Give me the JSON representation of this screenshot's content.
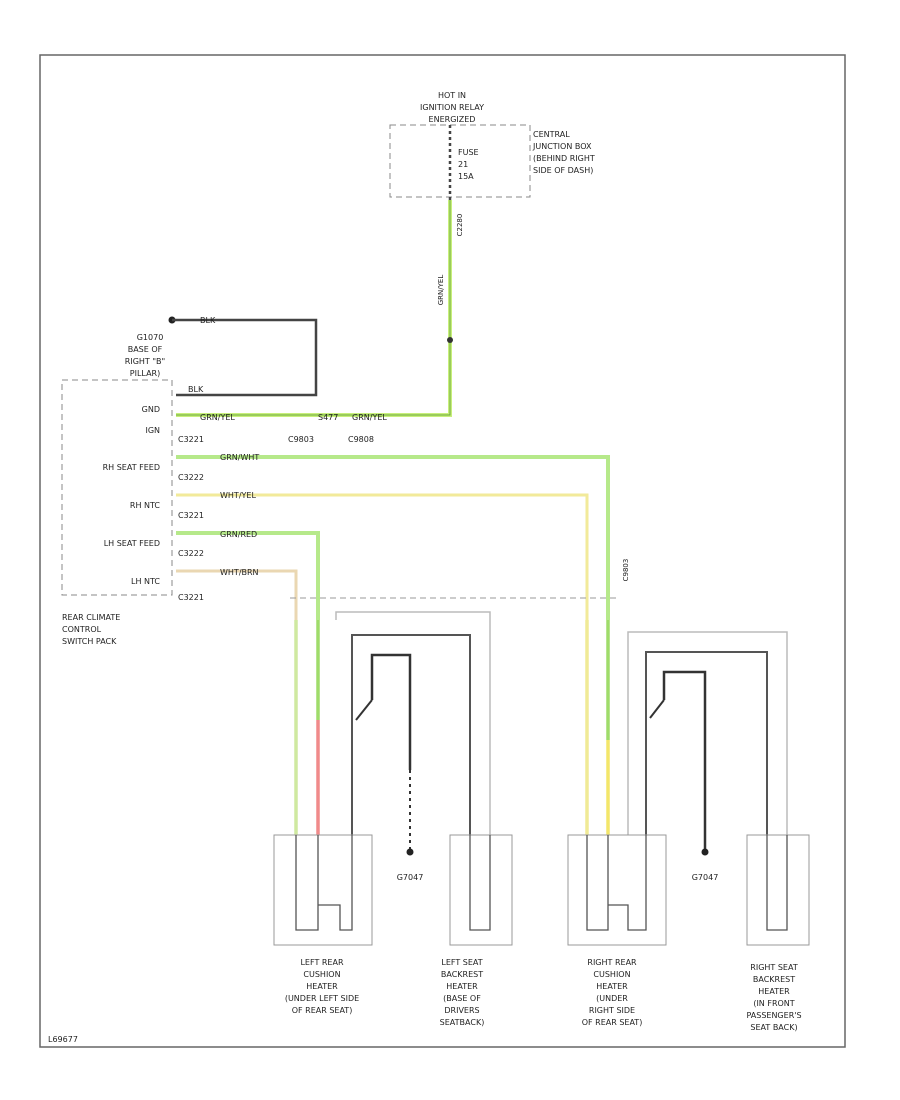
{
  "title": "",
  "power": {
    "hot_label_1": "HOT IN",
    "hot_label_2": "IGNITION RELAY",
    "hot_label_3": "ENERGIZED",
    "fuse_1": "FUSE",
    "fuse_2": "21",
    "fuse_3": "15A",
    "cjb_1": "CENTRAL",
    "cjb_2": "JUNCTION BOX",
    "cjb_3": "(BEHIND RIGHT",
    "cjb_4": "SIDE OF DASH)",
    "conn_top": "C2280"
  },
  "ground_top": {
    "g1": "G1070",
    "g2": "BASE OF",
    "g3": "RIGHT \"B\"",
    "g4": "PILLAR)",
    "wire": "BLK"
  },
  "module": {
    "name_1": "REAR CLIMATE",
    "name_2": "CONTROL",
    "name_3": "SWITCH PACK",
    "pins": [
      "GND",
      "IGN",
      "RH SEAT FEED",
      "RH NTC",
      "LH SEAT FEED",
      "LH NTC"
    ],
    "connectors": [
      "C3221",
      "C3222",
      "C3221",
      "C3222",
      "C3221"
    ],
    "wire_gnd": "BLK",
    "wire_ign": "GRN/YEL",
    "wire_rh_feed": "GRN/WHT",
    "wire_rh_ntc": "WHT/YEL",
    "wire_lh_feed": "GRN/RED",
    "wire_lh_ntc": "WHT/BRN",
    "splice": "S477",
    "conn_a": "C9803",
    "conn_b": "C9808",
    "conn_c": "C9803"
  },
  "ground_bottom": {
    "label": "G7047",
    "wire": "BLK"
  },
  "seats": {
    "left_cushion": [
      "LEFT REAR",
      "CUSHION",
      "HEATER",
      "(UNDER LEFT SIDE",
      "OF REAR SEAT)"
    ],
    "left_backrest": [
      "LEFT SEAT",
      "BACKREST",
      "HEATER",
      "(BASE OF",
      "DRIVERS",
      "SEATBACK)"
    ],
    "right_cushion": [
      "RIGHT REAR",
      "CUSHION",
      "HEATER",
      "(UNDER",
      "RIGHT SIDE",
      "OF REAR SEAT)"
    ],
    "right_backrest": [
      "RIGHT SEAT",
      "BACKREST",
      "HEATER",
      "(IN FRONT",
      "PASSENGER'S",
      "SEAT BACK)"
    ]
  },
  "footer": "L69677"
}
